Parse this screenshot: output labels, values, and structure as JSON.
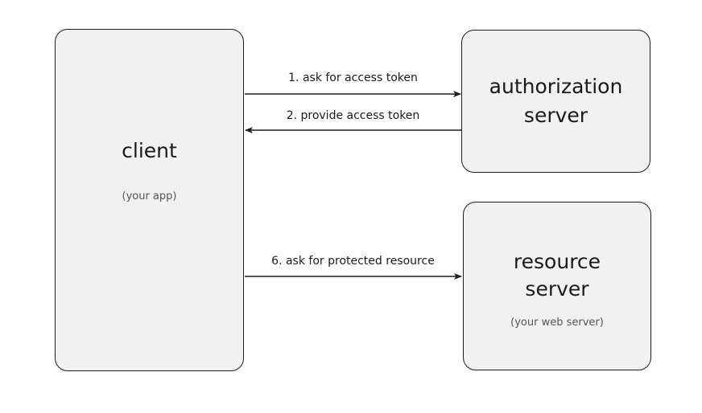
{
  "client": {
    "title": "client",
    "subtitle": "(your app)"
  },
  "authorization_server": {
    "title_line1": "authorization",
    "title_line2": "server"
  },
  "resource_server": {
    "title_line1": "resource",
    "title_line2": "server",
    "subtitle": "(your web server)"
  },
  "arrows": [
    {
      "label": "1. ask for access token",
      "from": "client",
      "to": "authorization server"
    },
    {
      "label": "2. provide access token",
      "from": "authorization server",
      "to": "client"
    },
    {
      "label": "6. ask for protected resource",
      "from": "client",
      "to": "resource server"
    }
  ]
}
